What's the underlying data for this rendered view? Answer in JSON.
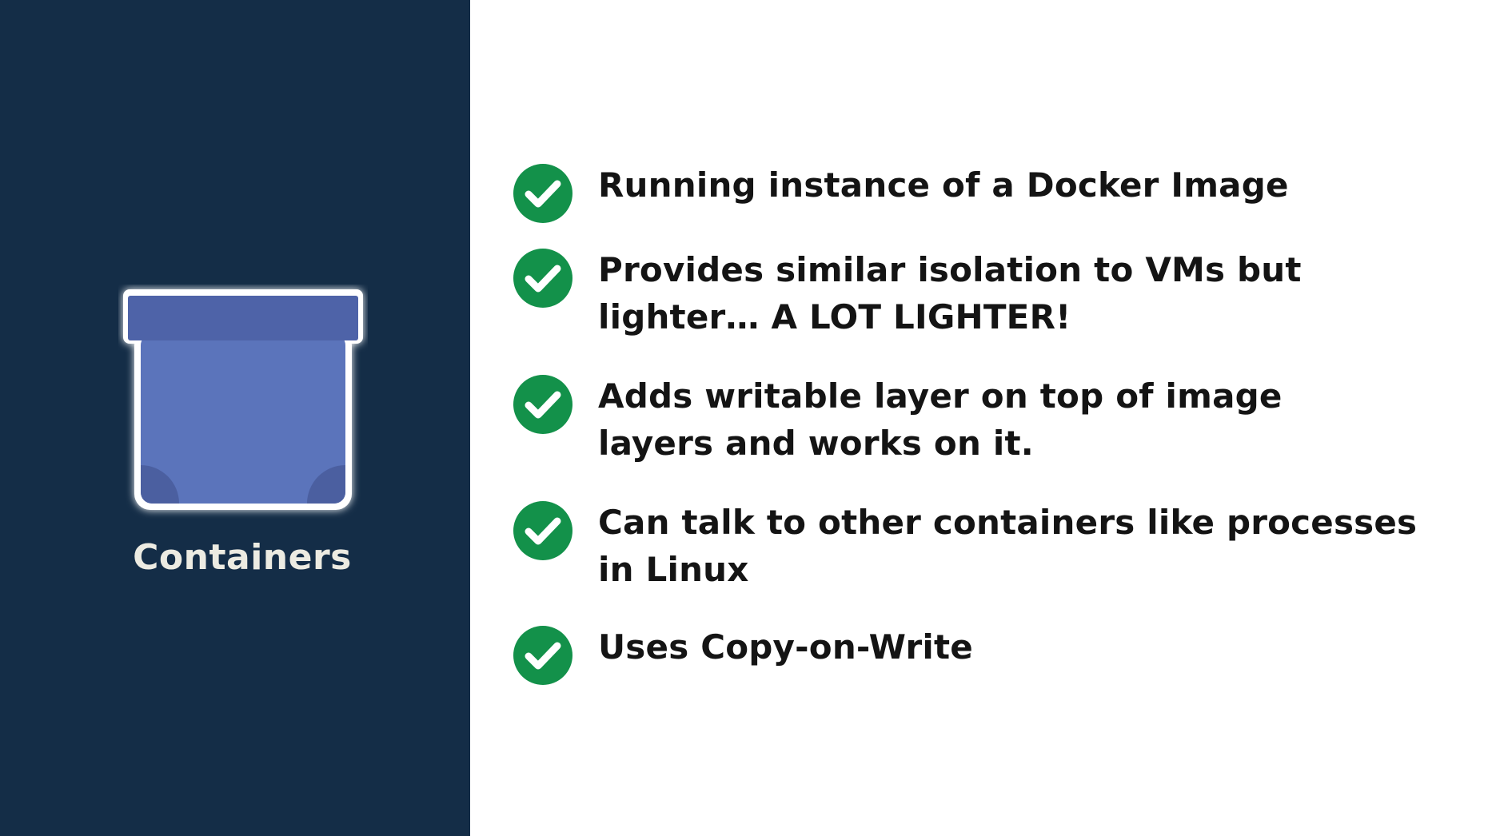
{
  "slide": {
    "title": "Containers",
    "colors": {
      "left_panel": "#142d47",
      "check_green": "#13914a",
      "box_blue": "#5b74bb",
      "box_lid": "#4e63a8"
    },
    "bullets": [
      {
        "icon": "check-circle-icon",
        "lines": [
          "Running instance of a Docker Image"
        ]
      },
      {
        "icon": "check-circle-icon",
        "lines": [
          "Provides similar isolation to VMs but",
          "lighter… A LOT LIGHTER!"
        ]
      },
      {
        "icon": "check-circle-icon",
        "lines": [
          "Adds writable layer on top of image",
          "layers and works on it."
        ]
      },
      {
        "icon": "check-circle-icon",
        "lines": [
          "Can talk to other containers like processes",
          "in Linux"
        ]
      },
      {
        "icon": "check-circle-icon",
        "lines": [
          "Uses Copy-on-Write"
        ]
      }
    ]
  }
}
